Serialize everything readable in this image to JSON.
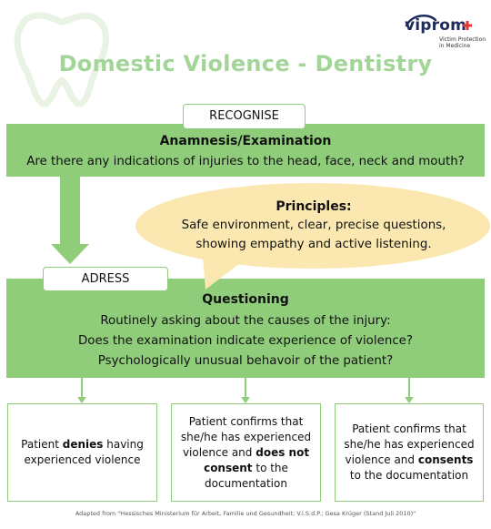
{
  "title": "Domestic Violence - Dentistry",
  "logo": {
    "wordmark": "viprom",
    "tagline": "Victim Protection in Medicine"
  },
  "recognise": {
    "tag": "RECOGNISE",
    "heading": "Anamnesis/Examination",
    "question": "Are there any indications of injuries to the head, face, neck and mouth?"
  },
  "principles": {
    "heading": "Principles:",
    "line1": "Safe environment, clear, precise questions,",
    "line2": "showing empathy and active listening."
  },
  "adress": {
    "tag": "ADRESS",
    "heading": "Questioning",
    "line1": "Routinely asking about the causes of the injury:",
    "line2": "Does the examination indicate experience of violence?",
    "line3": "Psychologically unusual behavoir of the patient?"
  },
  "outcomes": [
    {
      "pre": "Patient ",
      "bold": "denies",
      "post": " having experienced violence",
      "post2": ""
    },
    {
      "pre": "Patient confirms that she/he has experienced violence and ",
      "bold": "does not consent",
      "post": " to the documentation",
      "post2": ""
    },
    {
      "pre": "Patient confirms that she/he has experienced violence and ",
      "bold": "consents",
      "post": " to the documentation",
      "post2": ""
    }
  ],
  "footer": "Adapted from \"Hessisches Ministerium für Arbeit, Familie und Gesundheit; V.i.S.d.P.; Gesa Krüger (Stand Juli 2010)\"",
  "colors": {
    "green": "#8fcd7b",
    "title_green": "#a4d598",
    "bubble": "#fbe8b0",
    "logo_navy": "#1e2a5a",
    "logo_red": "#e3342f"
  }
}
